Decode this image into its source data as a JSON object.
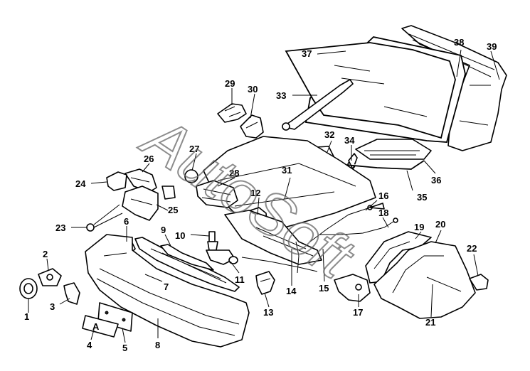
{
  "watermark": "AutoSoft",
  "callouts": {
    "c1": "1",
    "c2": "2",
    "c3": "3",
    "c4": "4",
    "c5": "5",
    "c6": "6",
    "c7": "7",
    "c8": "8",
    "c9": "9",
    "c10": "10",
    "c11": "11",
    "c12": "12",
    "c13": "13",
    "c14": "14",
    "c15": "15",
    "c16": "16",
    "c17": "17",
    "c18": "18",
    "c19": "19",
    "c20": "20",
    "c21": "21",
    "c22": "22",
    "c23": "23",
    "c24": "24",
    "c25": "25",
    "c26": "26",
    "c27": "27",
    "c28": "28",
    "c29": "29",
    "c30": "30",
    "c31": "31",
    "c32": "32",
    "c33": "33",
    "c34": "34",
    "c35": "35",
    "c36": "36",
    "c37": "37",
    "c38": "38",
    "c39": "39"
  },
  "plate_text": "A"
}
